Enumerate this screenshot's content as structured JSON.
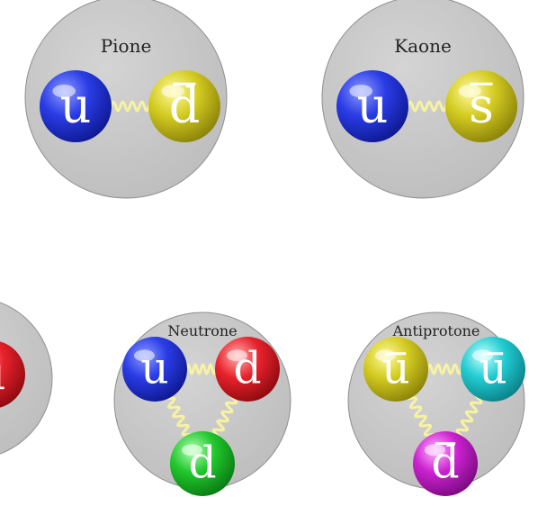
{
  "colors": {
    "background": "#ffffff",
    "hadron_disk": "#c4c4c4",
    "hadron_edge": "#8f8f8f",
    "gluon": "#f6f2a2",
    "quark_label": "#ffffff",
    "title_text": "#222222",
    "quark_blue": "#1c2fd6",
    "quark_yellow": "#c9c21a",
    "quark_red": "#e0202a",
    "quark_green": "#1fbf2a",
    "quark_cyan": "#1fc7cc",
    "quark_magenta": "#c41cc7"
  },
  "hadrons": [
    {
      "name": "Pione",
      "quarks": [
        {
          "label": "u",
          "bar": false,
          "color": "blue"
        },
        {
          "label": "d",
          "bar": true,
          "color": "yellow"
        }
      ]
    },
    {
      "name": "Kaone",
      "quarks": [
        {
          "label": "u",
          "bar": false,
          "color": "blue"
        },
        {
          "label": "s",
          "bar": true,
          "color": "yellow"
        }
      ]
    },
    {
      "name": "",
      "quarks": [
        {
          "label": "u",
          "bar": false,
          "color": "red"
        }
      ]
    },
    {
      "name": "Neutrone",
      "quarks": [
        {
          "label": "u",
          "bar": false,
          "color": "blue"
        },
        {
          "label": "d",
          "bar": false,
          "color": "red"
        },
        {
          "label": "d",
          "bar": false,
          "color": "green"
        }
      ]
    },
    {
      "name": "Antiprotone",
      "quarks": [
        {
          "label": "u",
          "bar": true,
          "color": "yellow"
        },
        {
          "label": "u",
          "bar": true,
          "color": "cyan"
        },
        {
          "label": "d",
          "bar": true,
          "color": "magenta"
        }
      ]
    }
  ]
}
